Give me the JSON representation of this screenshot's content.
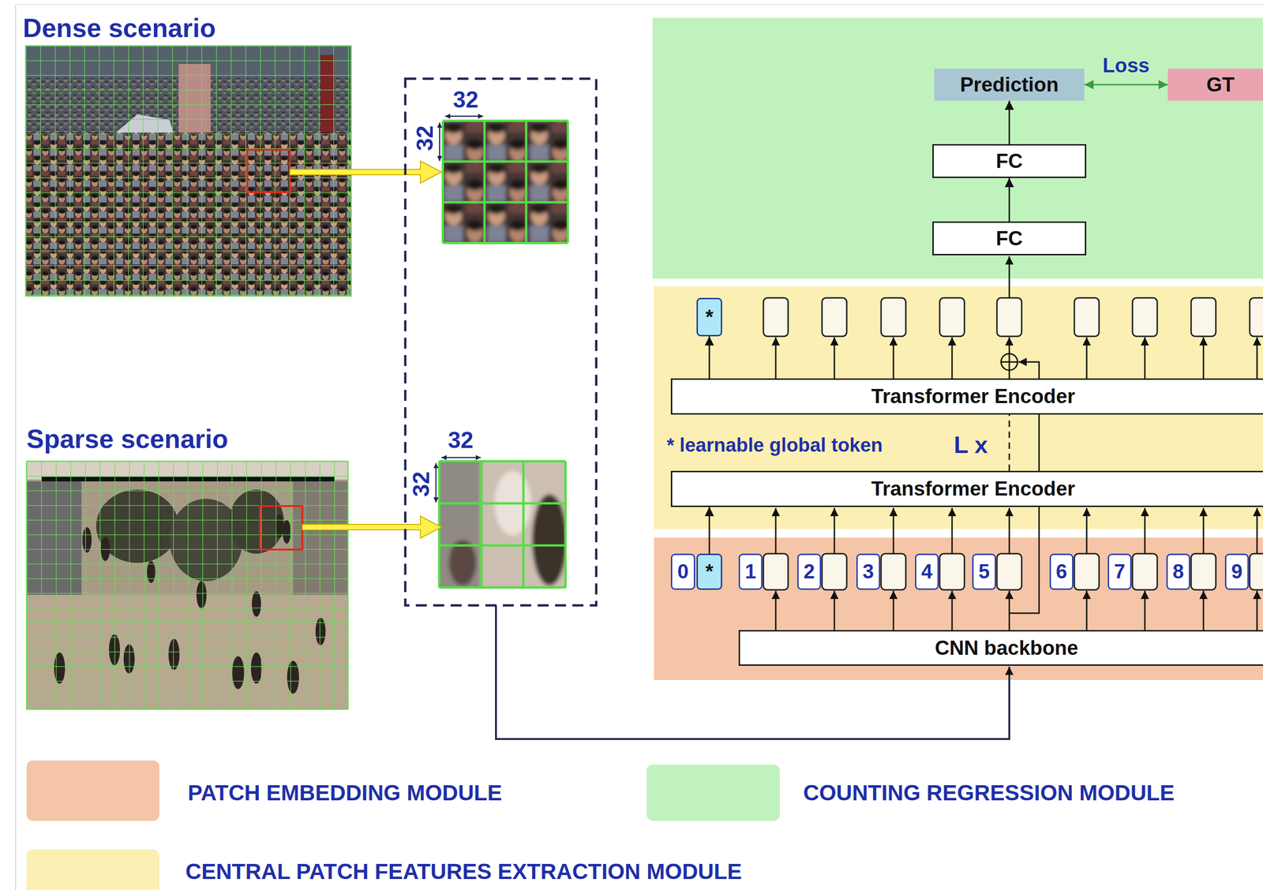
{
  "diagram": {
    "nodes": [
      {
        "text": [
          "Prediction"
        ]
      },
      {
        "text": [
          "GT"
        ]
      },
      {
        "text": [
          "FC"
        ]
      },
      {
        "text": [
          "FC"
        ]
      },
      {
        "text": [
          "*"
        ]
      },
      {
        "text": [
          "Transformer Encoder"
        ]
      },
      {
        "text": [
          "Transformer Encoder"
        ]
      },
      {
        "text": [
          "0"
        ]
      },
      {
        "text": [
          "*"
        ]
      },
      {
        "text": [
          "1"
        ]
      },
      {
        "text": [
          "2"
        ]
      },
      {
        "text": [
          "3"
        ]
      },
      {
        "text": [
          "4"
        ]
      },
      {
        "text": [
          "5"
        ]
      },
      {
        "text": [
          "6"
        ]
      },
      {
        "text": [
          "7"
        ]
      },
      {
        "text": [
          "8"
        ]
      },
      {
        "text": [
          "9"
        ]
      },
      {
        "text": [
          "CNN backbone"
        ]
      }
    ],
    "edges": [
      {
        "from": 3,
        "to": 2,
        "arrow": "to"
      },
      {
        "from": 2,
        "to": 0,
        "arrow": "to"
      },
      {
        "from": 0,
        "to": 1,
        "label": "Loss",
        "arrow": "both"
      },
      {
        "from": 5,
        "to": 4,
        "arrow": "to"
      },
      {
        "from": 8,
        "to": 6,
        "arrow": "to"
      },
      {
        "from": 6,
        "to": 5,
        "arrow": "none"
      }
    ],
    "labels": [
      "Dense scenario",
      "32",
      "32",
      "Sparse scenario",
      "32",
      "32",
      "* learnable global token",
      "L x"
    ],
    "legend": [
      {
        "text": "PATCH EMBEDDING MODULE",
        "color": "#f4c5a6"
      },
      {
        "text": "COUNTING REGRESSION MODULE",
        "color": "#c0f2bd"
      },
      {
        "text": "CENTRAL PATCH FEATURES EXTRACTION MODULE",
        "color": "#fbefb3"
      }
    ]
  }
}
